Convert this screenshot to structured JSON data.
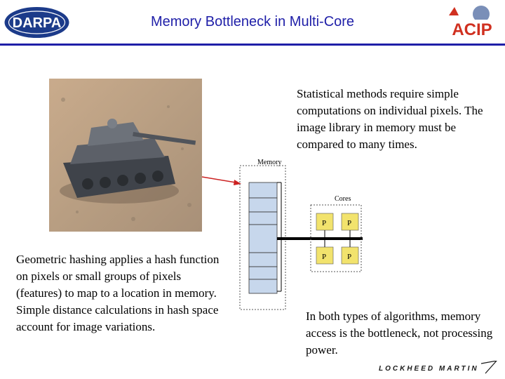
{
  "header": {
    "title": "Memory Bottleneck in Multi-Core",
    "left_logo_text": "DARPA",
    "right_logo_text": "ACIP"
  },
  "text": {
    "top_right": "Statistical methods require simple computations on individual pixels. The image library in memory must be compared to many times.",
    "left": "Geometric hashing applies a hash function on pixels or small groups of pixels (features) to map to a location in memory. Simple distance calculations in hash space account for image variations.",
    "bottom_right": "In both types of algorithms, memory access is the bottleneck, not processing power."
  },
  "diagram": {
    "memory_label": "Memory",
    "cores_label": "Cores",
    "processors": [
      "P",
      "P",
      "P",
      "P"
    ]
  },
  "footer": {
    "logo_text": "LOCKHEED MARTIN"
  },
  "colors": {
    "title_blue": "#1f1fa8",
    "memory_fill": "#c7d7ec",
    "processor_fill": "#f2e36d",
    "arrow_red": "#cc2222"
  }
}
